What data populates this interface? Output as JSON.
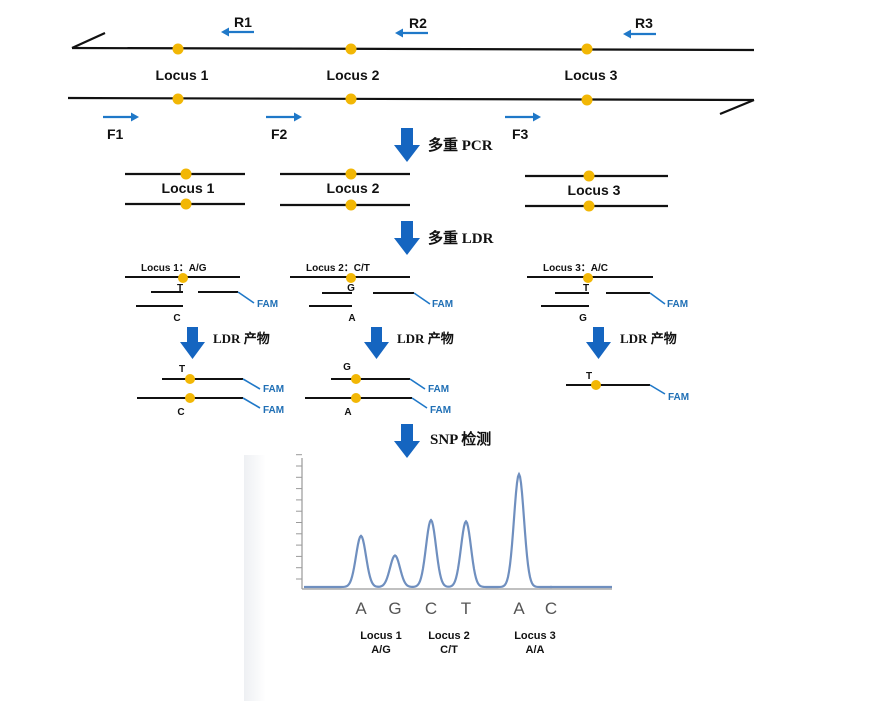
{
  "colors": {
    "line": "#111111",
    "snp_dot": "#f2b705",
    "primer": "#1f78c8",
    "step_arrow": "#1565c0",
    "fam": "#1f6fb5",
    "peak": "#6f8fbf"
  },
  "top": {
    "loci": [
      "Locus 1",
      "Locus 2",
      "Locus 3"
    ],
    "reverse_primers": [
      "R1",
      "R2",
      "R3"
    ],
    "forward_primers": [
      "F1",
      "F2",
      "F3"
    ]
  },
  "steps": {
    "pcr": "多重 PCR",
    "ldr": "多重 LDR",
    "products": [
      "LDR 产物",
      "LDR 产物",
      "LDR 产物"
    ],
    "snp": "SNP 检测"
  },
  "pcr_loci": [
    "Locus 1",
    "Locus 2",
    "Locus 3"
  ],
  "ldr": {
    "titles": [
      "Locus 1：A/G",
      "Locus 2：C/T",
      "Locus 3：A/C"
    ],
    "upper_alleles": [
      "T",
      "G",
      "T"
    ],
    "lower_alleles": [
      "C",
      "A",
      "G"
    ],
    "fam": "FAM"
  },
  "products": {
    "p1": {
      "top": "T",
      "bottom": "C"
    },
    "p2": {
      "top": "G",
      "bottom": "A"
    },
    "p3": {
      "top": "T"
    }
  },
  "chart_data": {
    "type": "line",
    "categories": [
      "A",
      "G",
      "C",
      "T",
      "A",
      "C"
    ],
    "values": [
      0.39,
      0.24,
      0.51,
      0.5,
      0.86,
      0
    ],
    "genotypes": [
      {
        "locus": "Locus 1",
        "call": "A/G"
      },
      {
        "locus": "Locus 2",
        "call": "C/T"
      },
      {
        "locus": "Locus 3",
        "call": "A/A"
      }
    ]
  }
}
